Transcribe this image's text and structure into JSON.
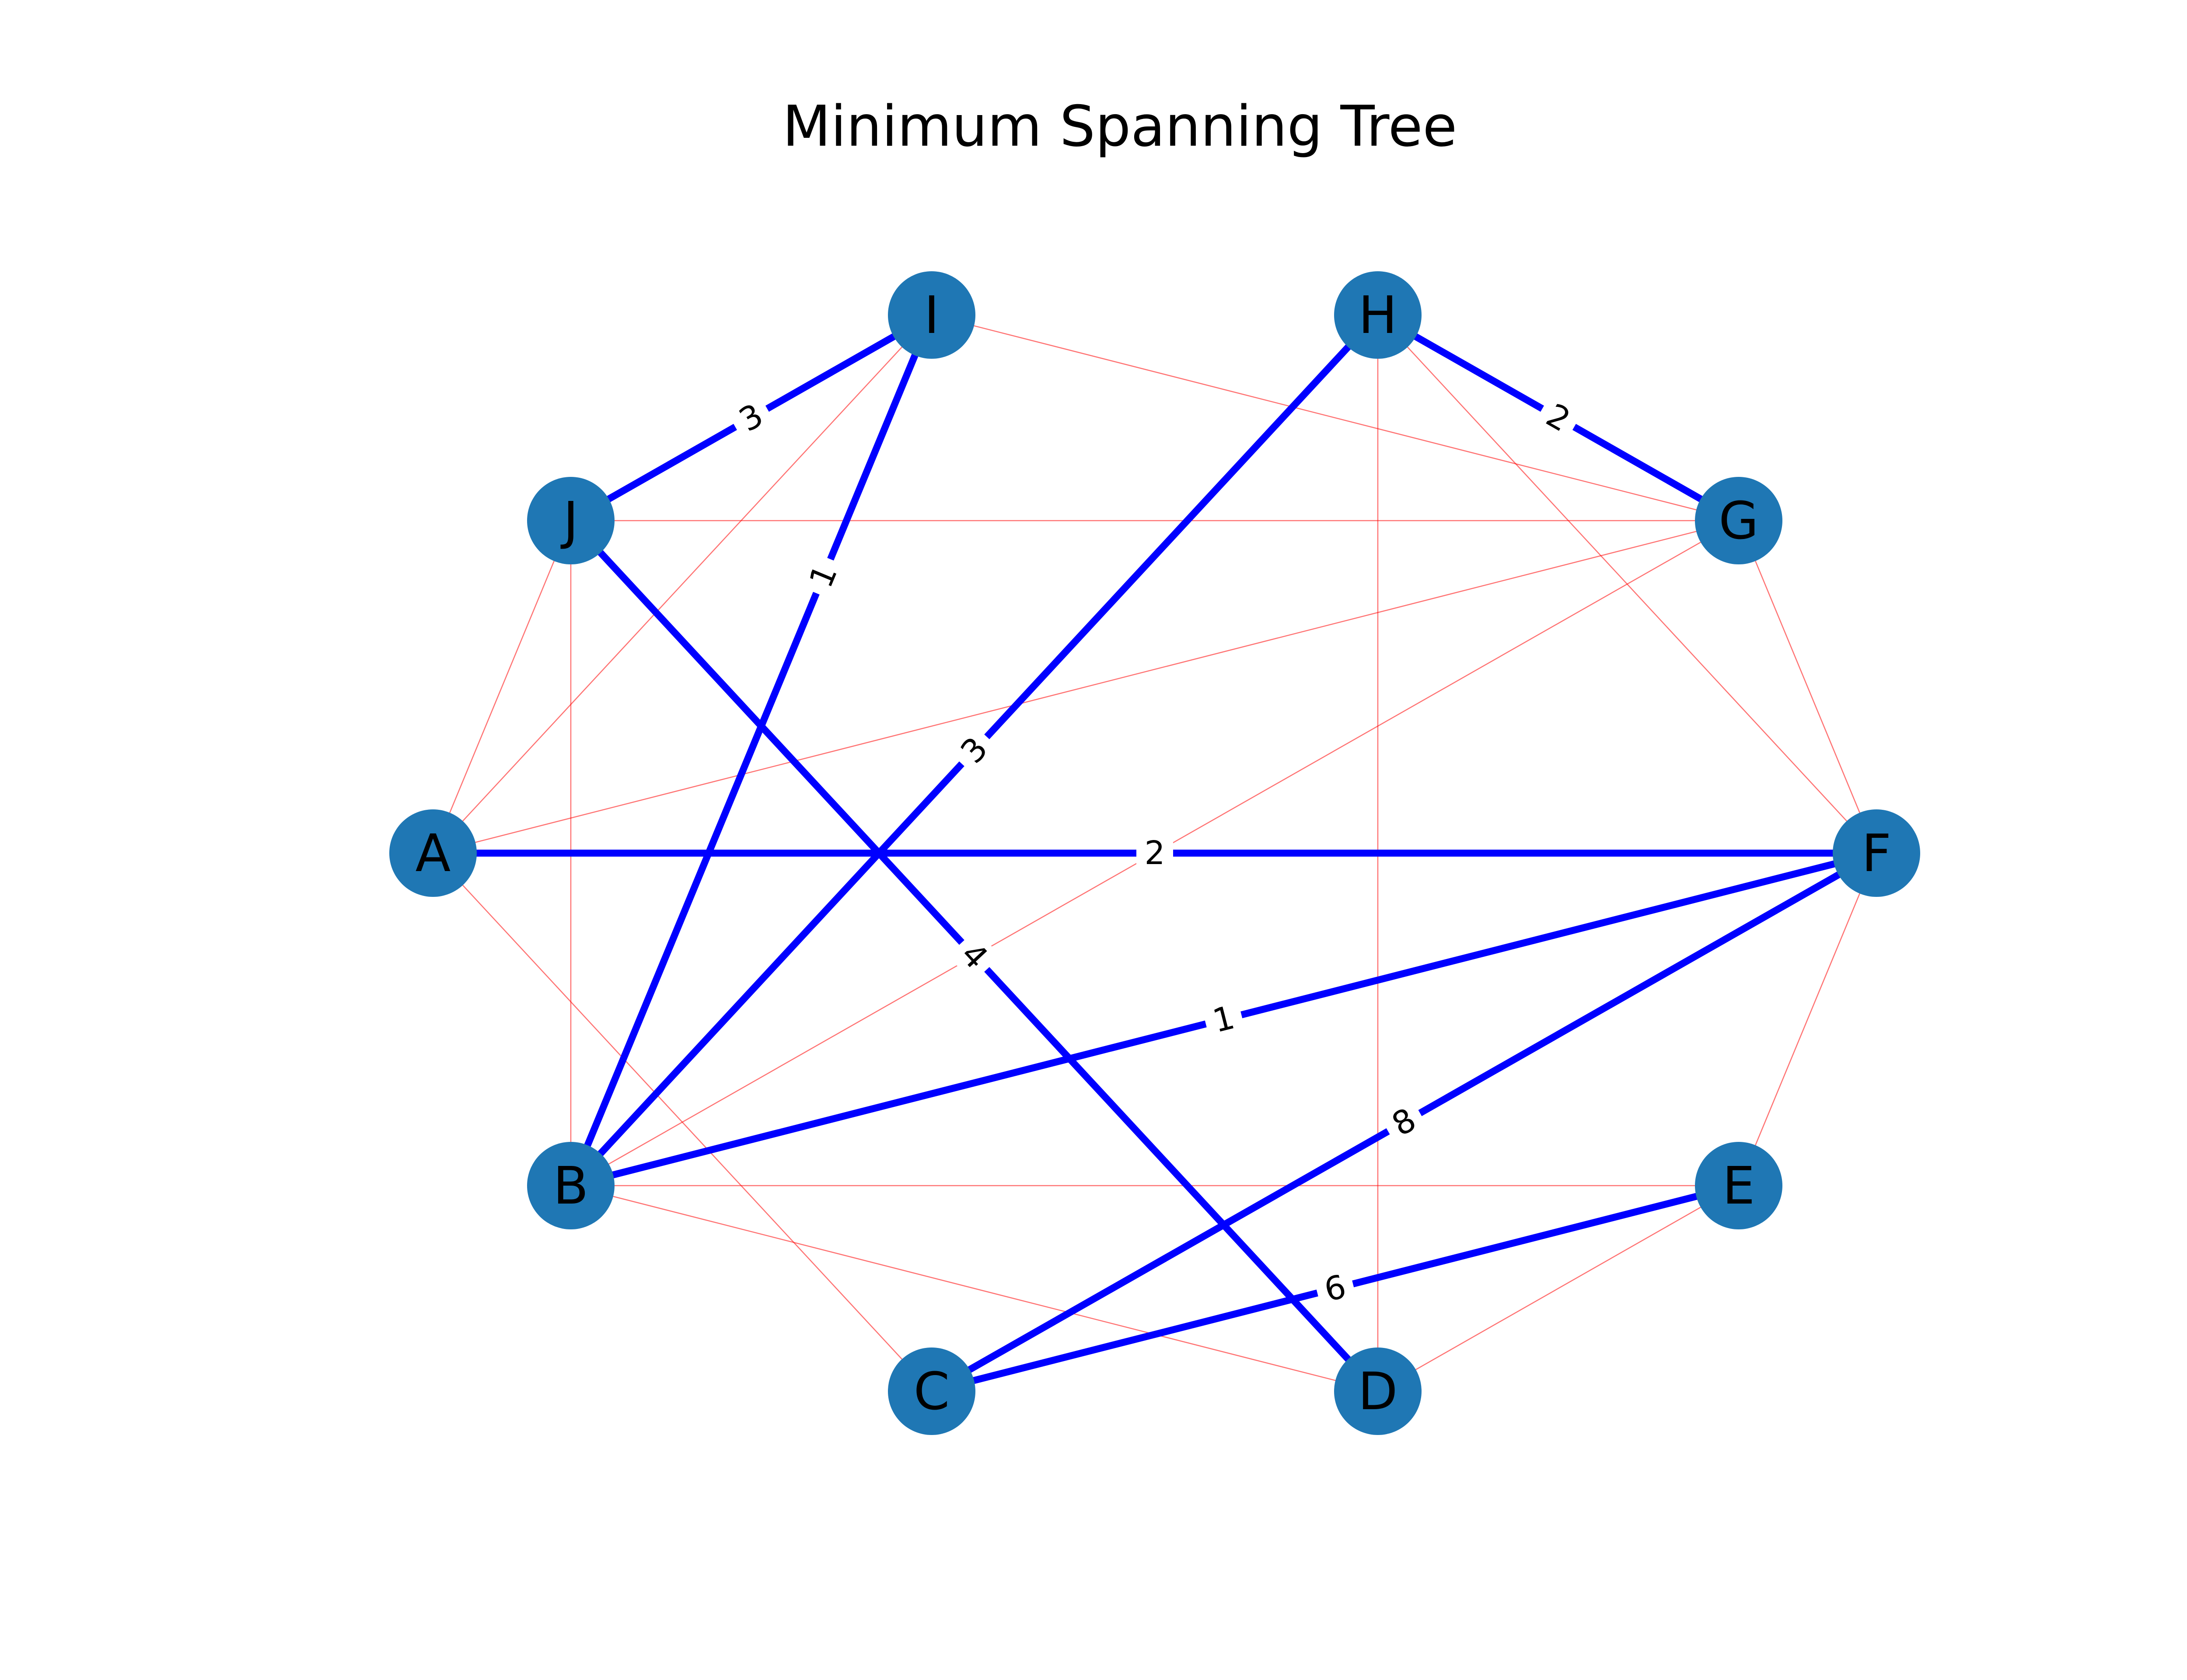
{
  "title": "Minimum Spanning Tree",
  "colors": {
    "node_fill": "#1f77b4",
    "mst_edge": "#0000ff",
    "other_edge": "#ff0000",
    "label_bg": "#ffffff",
    "text": "#000000"
  },
  "nodes": [
    {
      "id": "A",
      "label": "A"
    },
    {
      "id": "B",
      "label": "B"
    },
    {
      "id": "C",
      "label": "C"
    },
    {
      "id": "D",
      "label": "D"
    },
    {
      "id": "E",
      "label": "E"
    },
    {
      "id": "F",
      "label": "F"
    },
    {
      "id": "G",
      "label": "G"
    },
    {
      "id": "H",
      "label": "H"
    },
    {
      "id": "I",
      "label": "I"
    },
    {
      "id": "J",
      "label": "J"
    }
  ],
  "mst_edges": [
    {
      "source": "J",
      "target": "I",
      "weight": "3"
    },
    {
      "source": "H",
      "target": "G",
      "weight": "2"
    },
    {
      "source": "B",
      "target": "I",
      "weight": "1"
    },
    {
      "source": "J",
      "target": "D",
      "weight": "4"
    },
    {
      "source": "B",
      "target": "H",
      "weight": "3"
    },
    {
      "source": "A",
      "target": "F",
      "weight": "2"
    },
    {
      "source": "B",
      "target": "F",
      "weight": "1"
    },
    {
      "source": "C",
      "target": "F",
      "weight": "8"
    },
    {
      "source": "C",
      "target": "E",
      "weight": "6"
    }
  ],
  "other_edges": [
    {
      "source": "I",
      "target": "G"
    },
    {
      "source": "I",
      "target": "A"
    },
    {
      "source": "J",
      "target": "G"
    },
    {
      "source": "J",
      "target": "A"
    },
    {
      "source": "J",
      "target": "B"
    },
    {
      "source": "A",
      "target": "G"
    },
    {
      "source": "A",
      "target": "C"
    },
    {
      "source": "B",
      "target": "G"
    },
    {
      "source": "B",
      "target": "E"
    },
    {
      "source": "B",
      "target": "D"
    },
    {
      "source": "H",
      "target": "D"
    },
    {
      "source": "H",
      "target": "F"
    },
    {
      "source": "G",
      "target": "F"
    },
    {
      "source": "F",
      "target": "E"
    },
    {
      "source": "E",
      "target": "D"
    }
  ]
}
